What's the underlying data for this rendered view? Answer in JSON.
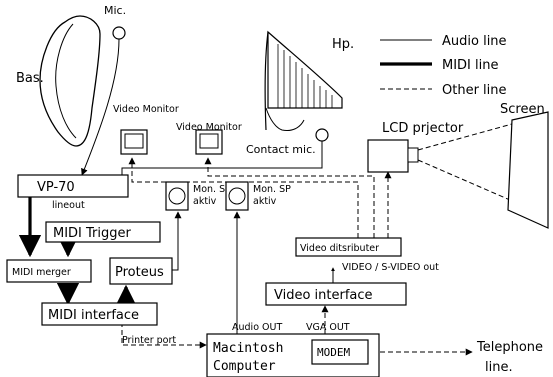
{
  "labels": {
    "mic": "Mic.",
    "bass": "Bas.",
    "harp": "Hp.",
    "contact_mic": "Contact mic.",
    "video_monitor_1": "Video Monitor",
    "video_monitor_2": "Video Monitor",
    "lcd_projector": "LCD prjector",
    "screen": "Screen",
    "vp70": "VP-70",
    "lineout": "lineout",
    "midi_trigger": "MIDI Trigger",
    "mon_sp_1_top": "Mon. SP",
    "mon_sp_1_bottom": "aktiv",
    "mon_sp_2_top": "Mon. SP",
    "mon_sp_2_bottom": "aktiv",
    "midi_merger": "MIDI merger",
    "proteus": "Proteus",
    "midi_interface": "MIDI interface",
    "video_distributer": "Video ditsributer",
    "video_out": "VIDEO / S-VIDEO out",
    "video_interface": "Video interface",
    "printer_port": "Printer port",
    "audio_out": "Audio OUT",
    "vga_out": "VGA OUT",
    "computer_line1": "Macintosh",
    "computer_line2": "Computer",
    "modem": "MODEM",
    "telephone_line1": "Telephone",
    "telephone_line2": "line."
  },
  "legend": {
    "audio": "Audio line",
    "midi": "MIDI line",
    "other": "Other line"
  }
}
